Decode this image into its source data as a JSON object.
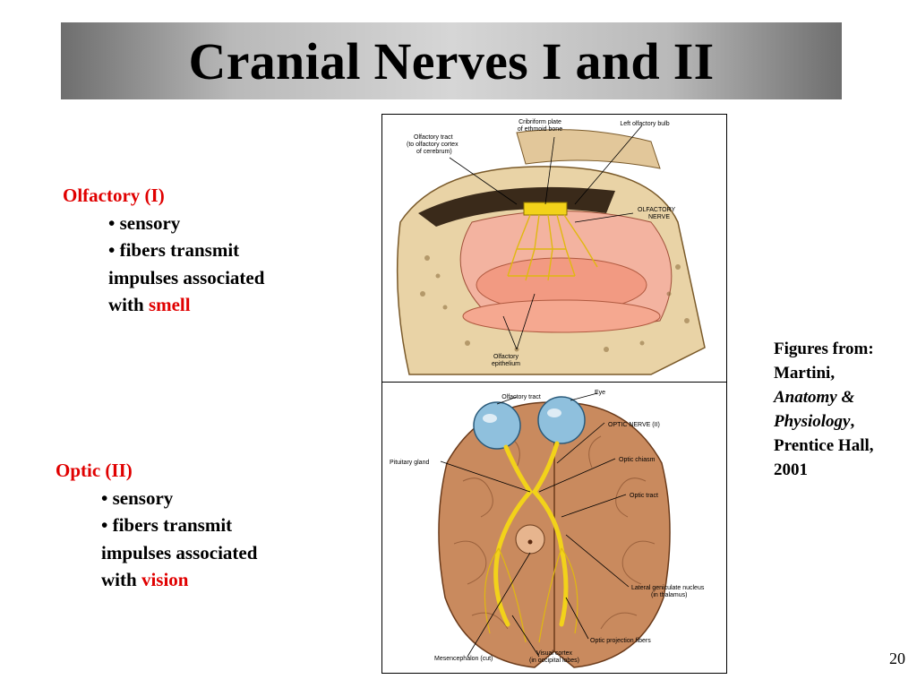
{
  "slide": {
    "title": "Cranial Nerves I and II",
    "page_number": "20"
  },
  "olfactory": {
    "heading": "Olfactory (I)",
    "bullet1": "• sensory",
    "bullet2_line1": "• fibers transmit",
    "bullet2_line2": "impulses associated",
    "bullet2_line3_prefix": "with ",
    "bullet2_highlight": "smell"
  },
  "optic": {
    "heading": "Optic (II)",
    "bullet1": "• sensory",
    "bullet2_line1": "• fibers transmit",
    "bullet2_line2": "impulses associated",
    "bullet2_line3_prefix": "with ",
    "bullet2_highlight": "vision"
  },
  "credit": {
    "line1": "Figures from:",
    "line2": "Martini,",
    "book_line1": "Anatomy &",
    "book_line2": "Physiology",
    "book_suffix": ",",
    "publisher": "Prentice Hall,",
    "year": "2001"
  },
  "figure_top_labels": {
    "cribriform_1": "Cribriform plate",
    "cribriform_2": "of ethmoid bone",
    "bulb": "Left olfactory bulb",
    "tract_1": "Olfactory tract",
    "tract_2": "(to olfactory cortex",
    "tract_3": "of cerebrum)",
    "nerve_1": "OLFACTORY",
    "nerve_2": "NERVE",
    "epi_1": "Olfactory",
    "epi_2": "epithelium"
  },
  "figure_bottom_labels": {
    "olfactory_tract": "Olfactory tract",
    "eye": "Eye",
    "optic_nerve": "OPTIC NERVE (II)",
    "pituitary": "Pituitary gland",
    "chiasm": "Optic chiasm",
    "optic_tract": "Optic tract",
    "lgn_1": "Lateral geniculate nucleus",
    "lgn_2": "(in thalamus)",
    "mesencephalon": "Mesencephalon (cut)",
    "visual_cortex_1": "Visual cortex",
    "visual_cortex_2": "(in occipital lobes)",
    "projection": "Optic projection fibers"
  },
  "colors": {
    "accent_red": "#e00000",
    "nerve_yellow": "#f2d21a",
    "brain": "#c98a5e",
    "bone": "#e9d3a6",
    "mucosa": "#f29a82",
    "eye": "#8fc0dd"
  }
}
